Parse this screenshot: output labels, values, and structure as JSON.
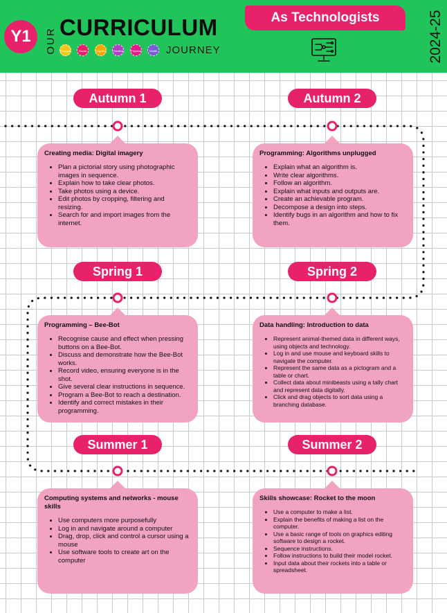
{
  "header": {
    "badge": "Y1",
    "our": "OUR",
    "curriculum": "CURRICULUM",
    "journey": "JOURNEY",
    "banner": "As Technologists",
    "year": "2024-25",
    "icon": "computer-circuit-icon",
    "badges": [
      {
        "label": "Personal",
        "color": "#f5c518"
      },
      {
        "label": "Social",
        "color": "#e8226a"
      },
      {
        "label": "Cognitive",
        "color": "#f6a800"
      },
      {
        "label": "Creative",
        "color": "#b43fc6"
      },
      {
        "label": "Physical",
        "color": "#e5178b"
      },
      {
        "label": "Health",
        "color": "#7b5cd6"
      }
    ]
  },
  "colors": {
    "header_green": "#21c45a",
    "accent_pink": "#e8226a",
    "box_pink": "#f2a3c2"
  },
  "terms": [
    {
      "label": "Autumn 1",
      "title": "Creating media: Digital imagery",
      "items": [
        "Plan a pictorial story using photographic images in sequence.",
        "Explain how to take clear photos.",
        "Take photos using a device.",
        "Edit photos by cropping, filtering and resizing.",
        "Search for and import images from the internet."
      ]
    },
    {
      "label": "Autumn 2",
      "title": "Programming: Algorithms unplugged",
      "items": [
        "Explain what an algorithm is.",
        "Write clear algorithms.",
        "Follow an algorithm.",
        "Explain what inputs and outputs are.",
        "Create an achievable program.",
        "Decompose a design into steps.",
        "Identify bugs in an algorithm and how to fix them."
      ]
    },
    {
      "label": "Spring 1",
      "title": "Programming – Bee-Bot",
      "items": [
        "Recognise cause and effect when pressing buttons on a Bee-Bot.",
        "Discuss and demonstrate how the Bee-Bot works.",
        "Record video, ensuring everyone is in the shot.",
        "Give several clear instructions in sequence.",
        "Program a Bee-Bot to reach a destination.",
        "Identify and correct mistakes in their programming."
      ]
    },
    {
      "label": "Spring 2",
      "title": "Data handling: Introduction to data",
      "items": [
        "Represent animal-themed data in different ways, using objects and technology.",
        "Log in and use mouse and keyboard skills to navigate the computer.",
        "Represent the same data as a pictogram and a table or chart.",
        "Collect data about minibeasts using a tally chart and represent data digitally.",
        "Click and drag objects to sort data using a branching database."
      ]
    },
    {
      "label": "Summer 1",
      "title": "Computing systems and networks - mouse skills",
      "items": [
        "Use computers more purposefully",
        "Log in and navigate around a computer",
        "Drag, drop, click and control a cursor using a mouse",
        "Use software tools to create art on the computer"
      ]
    },
    {
      "label": "Summer 2",
      "title": "Skills showcase: Rocket to the moon",
      "items": [
        "Use a computer to make a list.",
        "Explain the benefits of making a list on the computer.",
        "Use a basic range of tools on graphics editing software to design a rocket.",
        "Sequence instructions.",
        "Follow instructions to build their model rocket.",
        "Input data about their rockets into a table or spreadsheet."
      ]
    }
  ]
}
